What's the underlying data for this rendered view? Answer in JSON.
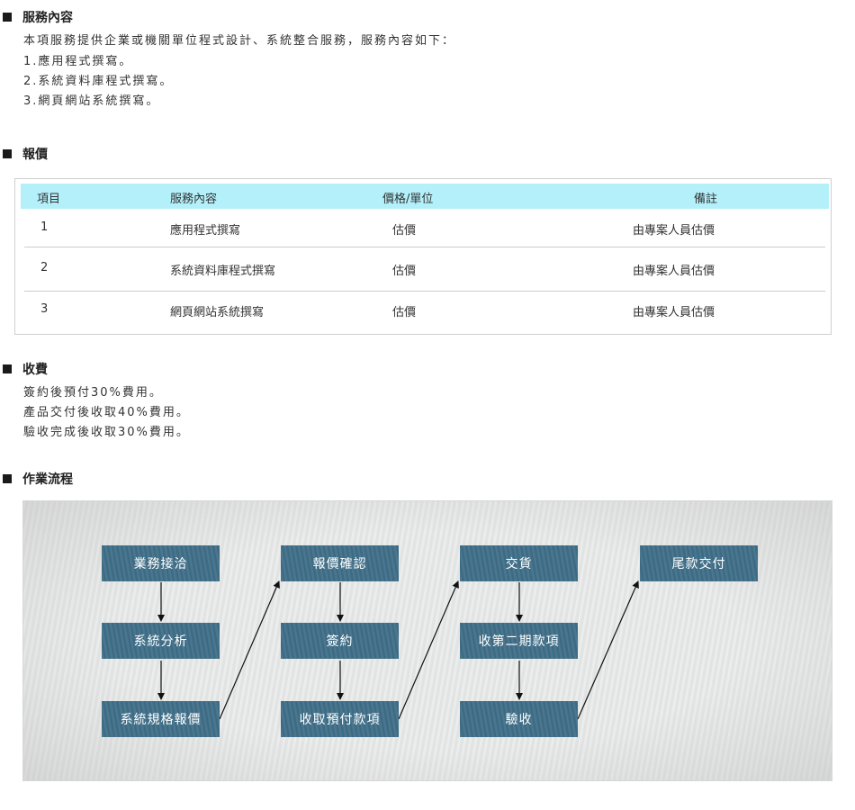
{
  "service": {
    "heading": "服務內容",
    "lines": [
      "本項服務提供企業或機關單位程式設計、系統整合服務，服務內容如下：",
      "1.應用程式撰寫。",
      "2.系統資料庫程式撰寫。",
      "3.網頁網站系統撰寫。"
    ]
  },
  "quote": {
    "heading": "報價",
    "columns": [
      "項目",
      "服務內容",
      "價格/單位",
      "備註"
    ],
    "rows": [
      [
        "1",
        "應用程式撰寫",
        "估價",
        "由專案人員估價"
      ],
      [
        "2",
        "系統資料庫程式撰寫",
        "估價",
        "由專案人員估價"
      ],
      [
        "3",
        "網頁網站系統撰寫",
        "估價",
        "由專案人員估價"
      ]
    ]
  },
  "fee": {
    "heading": "收費",
    "lines": [
      "簽約後預付30%費用。",
      "產品交付後收取40%費用。",
      "驗收完成後收取30%費用。"
    ]
  },
  "workflow": {
    "heading": "作業流程",
    "steps": [
      "業務接洽",
      "系統分析",
      "系統規格報價",
      "報價確認",
      "簽約",
      "收取預付款項",
      "交貨",
      "收第二期款項",
      "驗收",
      "尾款交付"
    ]
  }
}
